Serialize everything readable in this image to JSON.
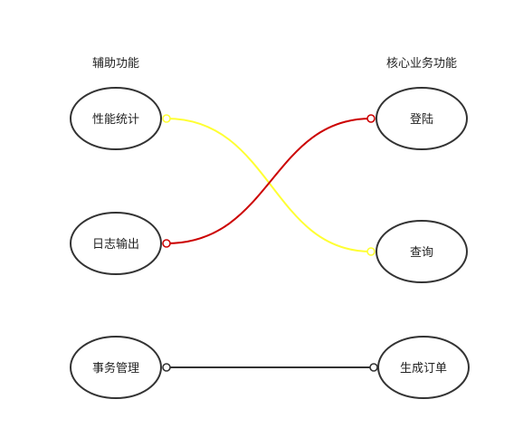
{
  "groups": {
    "left_title": "辅助功能",
    "right_title": "核心业务功能"
  },
  "nodes": {
    "perf": "性能统计",
    "log": "日志输出",
    "tx": "事务管理",
    "login": "登陆",
    "query": "查询",
    "order": "生成订单"
  },
  "colors": {
    "node_stroke": "#333333",
    "link_yellow": "#ffff33",
    "link_red": "#cc0000",
    "link_black": "#333333"
  }
}
